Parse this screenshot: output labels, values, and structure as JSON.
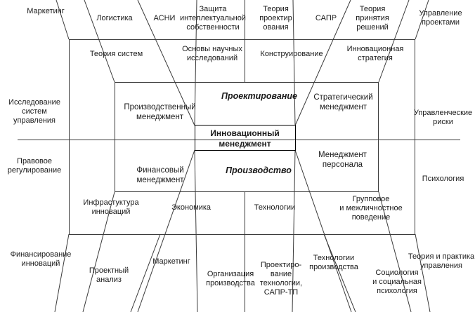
{
  "diagram": {
    "title": "Инновационный менеджмент",
    "core": {
      "label": "Инновационный\nменеджмент"
    },
    "phases": [
      {
        "label": "Проектирование",
        "position": "top-center"
      },
      {
        "label": "Производство",
        "position": "bottom-center"
      }
    ],
    "inner_ring": [
      {
        "label": "Производственный\nменеджмент",
        "position": "left-top"
      },
      {
        "label": "Стратегический\nменеджмент",
        "position": "right-top"
      },
      {
        "label": "Финансовый\nменеджмент",
        "position": "left-bottom"
      },
      {
        "label": "Менеджмент\nперсонала",
        "position": "right-bottom"
      }
    ],
    "middle_ring": [
      {
        "label": "Теория систем",
        "position": "top-left"
      },
      {
        "label": "Основы научных\nисследований",
        "position": "top-center-left"
      },
      {
        "label": "Конструирование",
        "position": "top-center-right"
      },
      {
        "label": "Инновационная\nстратегия",
        "position": "top-right"
      },
      {
        "label": "Инфрастуктура\nинноваций",
        "position": "bottom-left"
      },
      {
        "label": "Экономика",
        "position": "bottom-center-left"
      },
      {
        "label": "Технологии",
        "position": "bottom-center-right"
      },
      {
        "label": "Групповое\nи межличностное\nповедение",
        "position": "bottom-right"
      }
    ],
    "outer_ring": [
      {
        "label": "Маркетинг",
        "position": "top-1"
      },
      {
        "label": "Логистика",
        "position": "top-2"
      },
      {
        "label": "АСНИ",
        "position": "top-3"
      },
      {
        "label": "Защита\nинтеллектуальной\nсобственности",
        "position": "top-4"
      },
      {
        "label": "Теория\nпроектир\nования",
        "position": "top-5"
      },
      {
        "label": "САПР",
        "position": "top-6"
      },
      {
        "label": "Теория\nпринятия\nрешений",
        "position": "top-7"
      },
      {
        "label": "Управление\nпроектами",
        "position": "top-8"
      },
      {
        "label": "Исследование\nсистем управления",
        "position": "left-1"
      },
      {
        "label": "Правовое\nрегулирование",
        "position": "left-2"
      },
      {
        "label": "Управленческие\nриски",
        "position": "right-1"
      },
      {
        "label": "Психология",
        "position": "right-2"
      },
      {
        "label": "Финансирование\nинноваций",
        "position": "bottom-1"
      },
      {
        "label": "Проектный\nанализ",
        "position": "bottom-2"
      },
      {
        "label": "Маркетинг",
        "position": "bottom-3"
      },
      {
        "label": "Организация\nпроизводства",
        "position": "bottom-4"
      },
      {
        "label": "Проектиро-\nвание\nтехнологии,\nСАПР-ТП",
        "position": "bottom-5"
      },
      {
        "label": "Технологии\nпроизводства",
        "position": "bottom-6"
      },
      {
        "label": "Социология\nи социальная\nпсихология",
        "position": "bottom-7"
      },
      {
        "label": "Теория и практика\nуправления",
        "position": "bottom-8"
      }
    ],
    "colors": {
      "stroke": "#3a3a3a",
      "core_stroke": "#000000",
      "text": "#1a1a1a",
      "background": "#ffffff"
    }
  }
}
